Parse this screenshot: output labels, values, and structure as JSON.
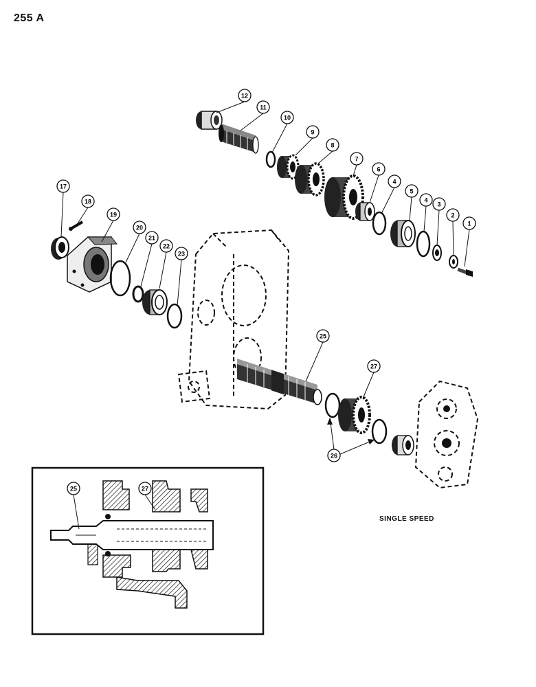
{
  "page_number": "255 A",
  "caption": "SINGLE SPEED",
  "callouts": [
    {
      "id": "c1",
      "label": "1"
    },
    {
      "id": "c2",
      "label": "2"
    },
    {
      "id": "c3",
      "label": "3"
    },
    {
      "id": "c4a",
      "label": "4"
    },
    {
      "id": "c4b",
      "label": "4"
    },
    {
      "id": "c5",
      "label": "5"
    },
    {
      "id": "c6",
      "label": "6"
    },
    {
      "id": "c7",
      "label": "7"
    },
    {
      "id": "c8",
      "label": "8"
    },
    {
      "id": "c9",
      "label": "9"
    },
    {
      "id": "c10",
      "label": "10"
    },
    {
      "id": "c11",
      "label": "11"
    },
    {
      "id": "c12",
      "label": "12"
    },
    {
      "id": "c17",
      "label": "17"
    },
    {
      "id": "c18",
      "label": "18"
    },
    {
      "id": "c19",
      "label": "19"
    },
    {
      "id": "c20",
      "label": "20"
    },
    {
      "id": "c21",
      "label": "21"
    },
    {
      "id": "c22",
      "label": "22"
    },
    {
      "id": "c23",
      "label": "23"
    },
    {
      "id": "c25",
      "label": "25"
    },
    {
      "id": "c26",
      "label": "26"
    },
    {
      "id": "c27",
      "label": "27"
    },
    {
      "id": "i25",
      "label": "25"
    },
    {
      "id": "i27",
      "label": "27"
    }
  ]
}
